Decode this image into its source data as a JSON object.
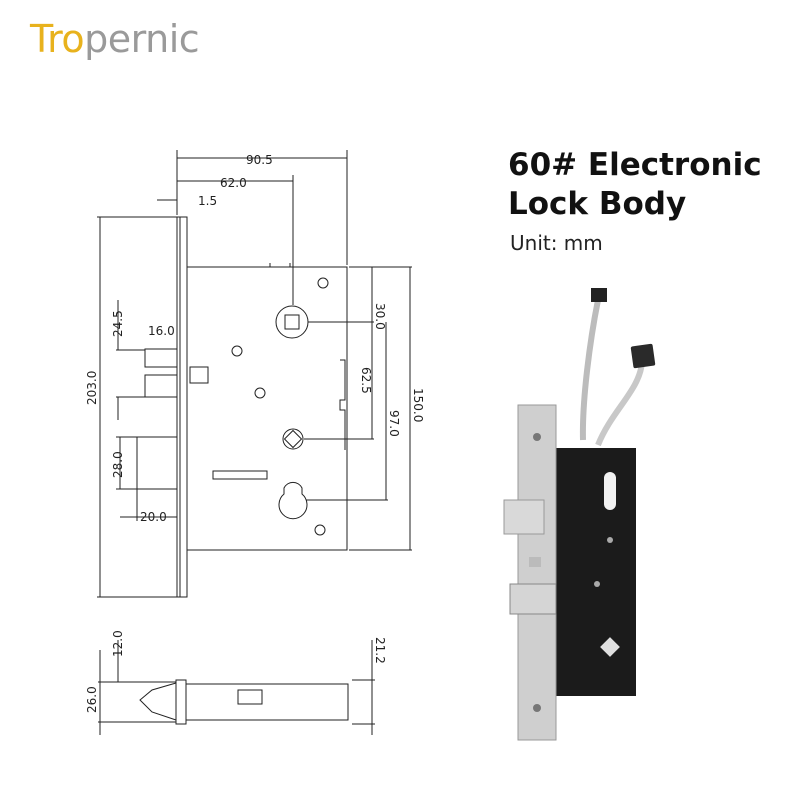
{
  "brand": {
    "part1": "Tro",
    "part2": "pernic"
  },
  "product": {
    "title_line1": "60# Electronic",
    "title_line2": "Lock Body",
    "unit": "Unit: mm"
  },
  "dimensions": {
    "overall_width": "90.5",
    "inner_width": "62.0",
    "faceplate_offset": "1.5",
    "faceplate_height": "203.0",
    "case_height": "150.0",
    "top_to_spindle": "30.0",
    "spindle_to_cylinder": "62.5",
    "top_to_cylinder": "97.0",
    "latch_offset": "24.5",
    "latch_projection": "16.0",
    "deadbolt_height": "28.0",
    "deadbolt_projection": "20.0",
    "side_top": "12.0",
    "side_width": "26.0",
    "side_depth": "21.2"
  },
  "colors": {
    "brand_yellow": "#e8b21d",
    "brand_grey": "#9a9a9a",
    "body_black": "#1b1b1b",
    "steel": "#cfcfcf"
  }
}
